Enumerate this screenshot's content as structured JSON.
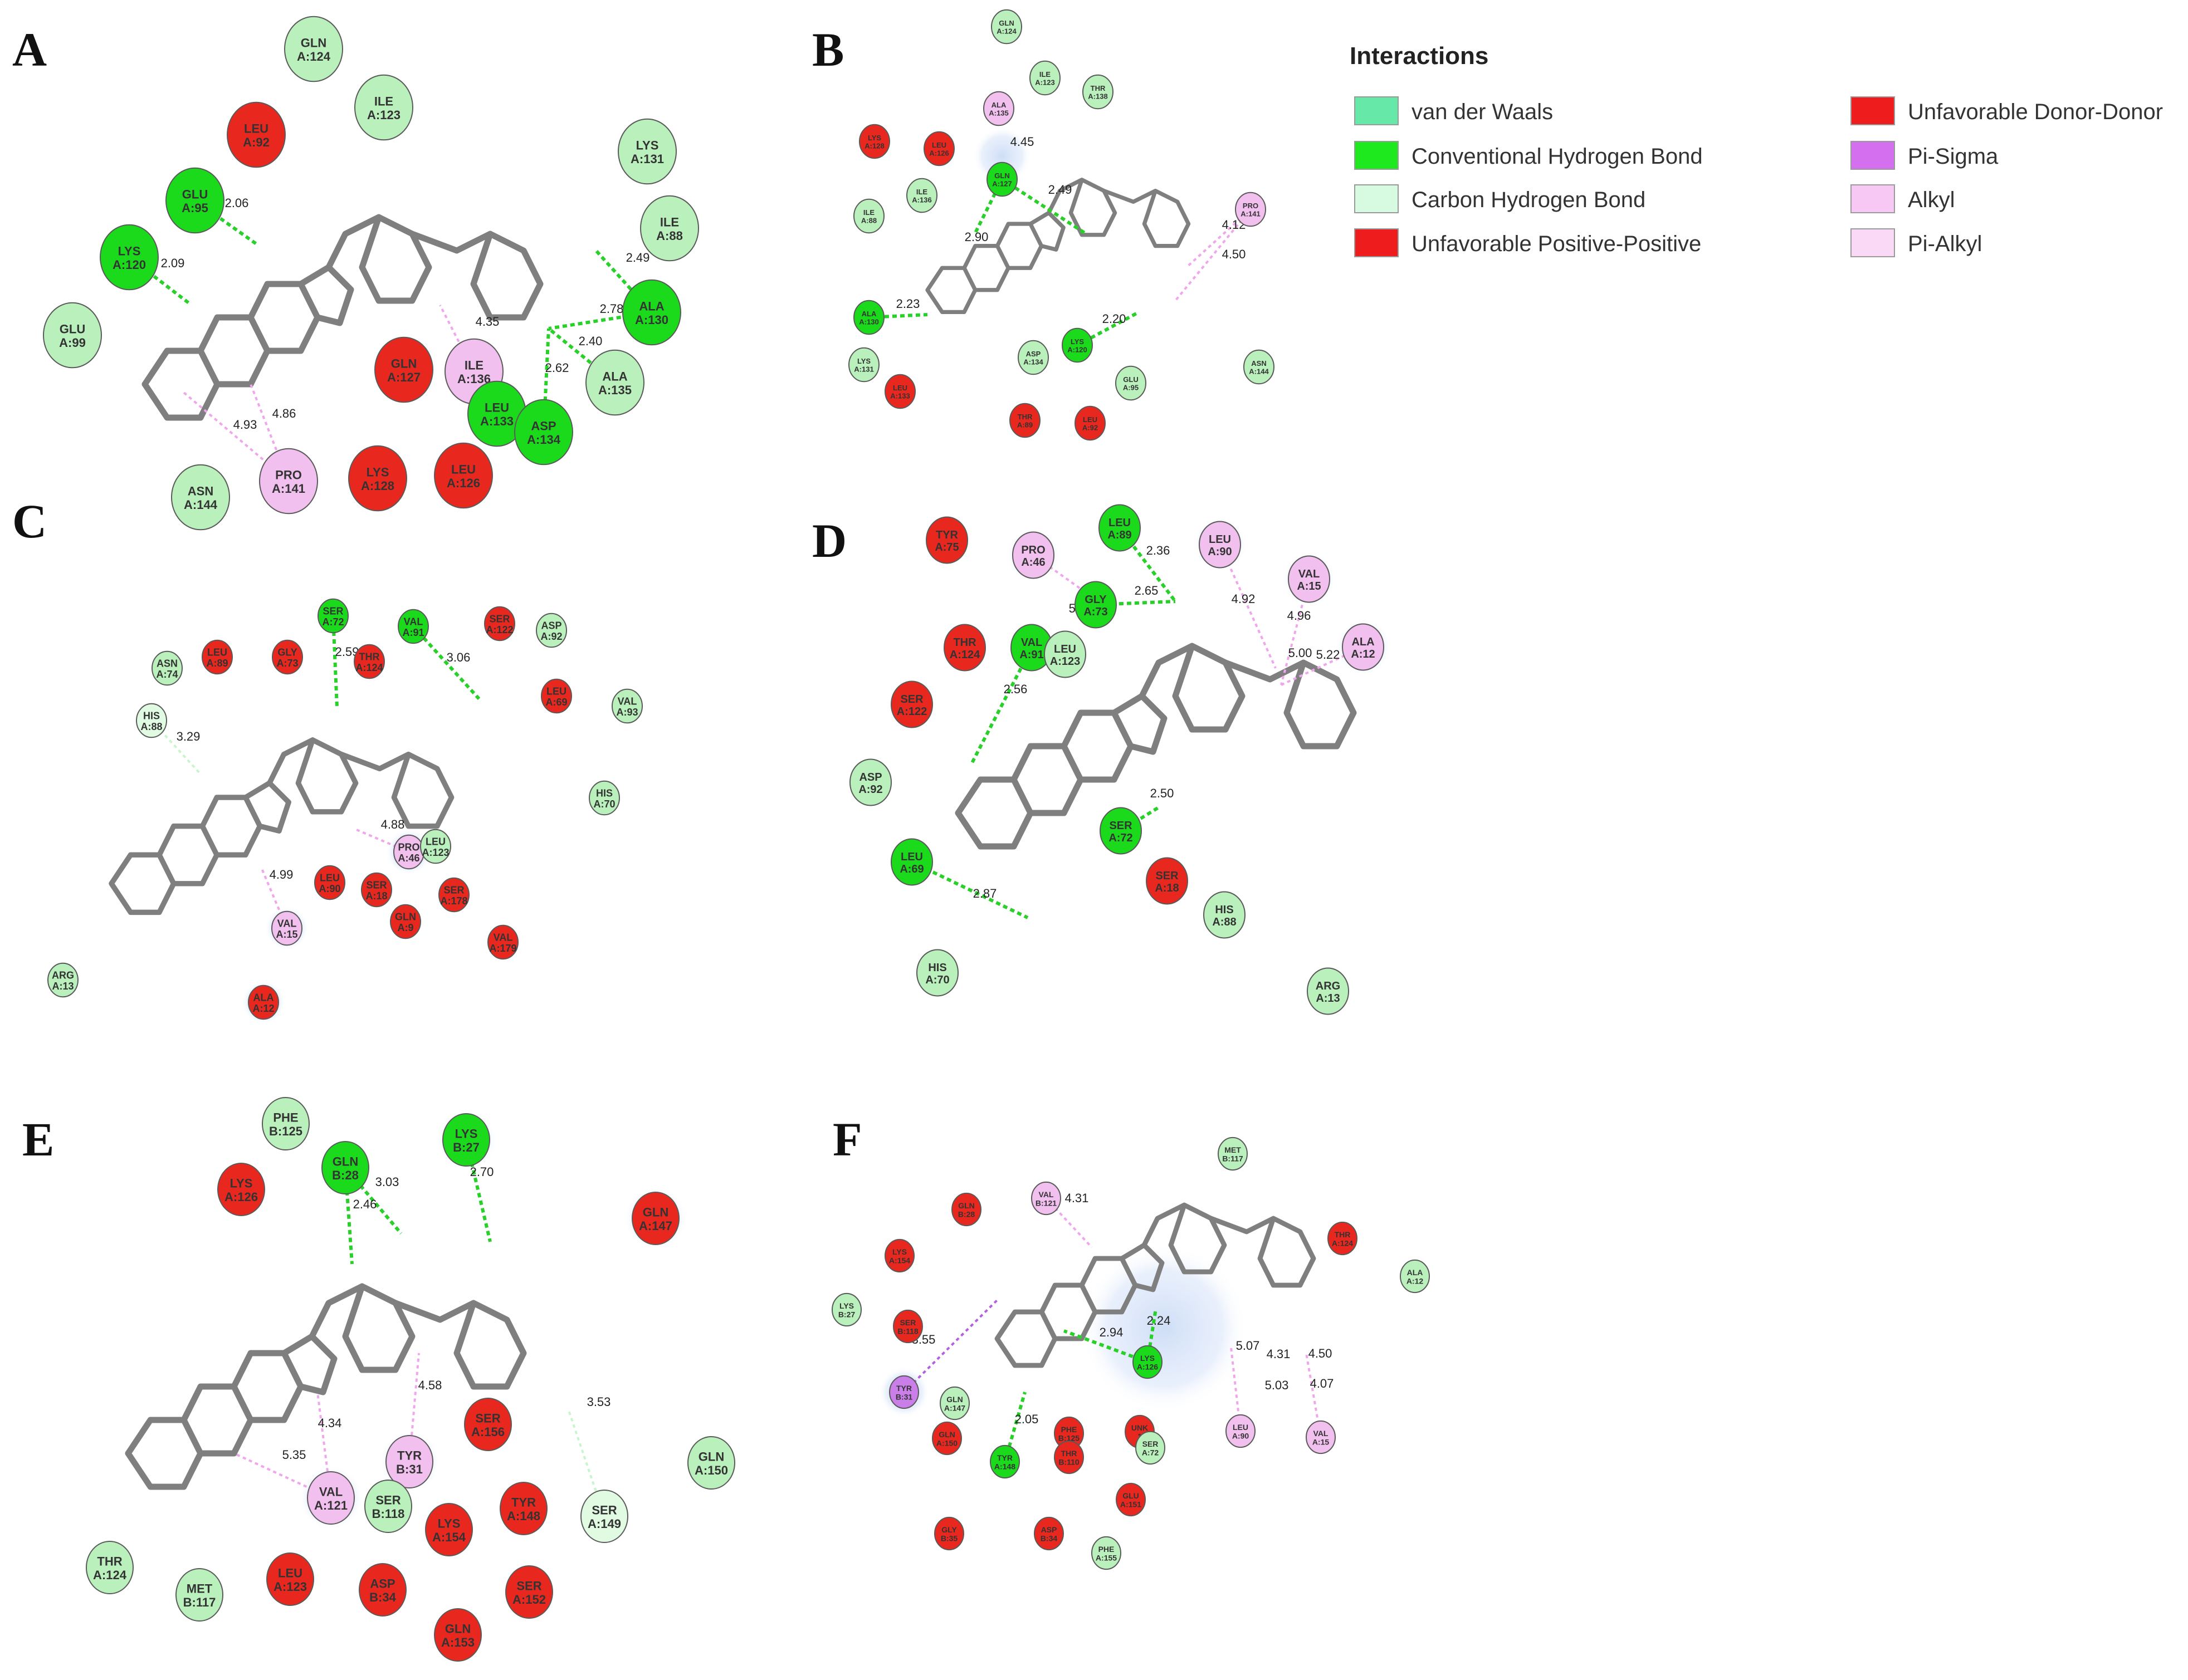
{
  "colors": {
    "vdw": "#b9f0bb",
    "hbond": "#1bd91b",
    "chbond": "#e0fbe2",
    "unfav": "#e8281e",
    "pisigma": "#c97ee8",
    "alkyl": "#f2c0ef",
    "pialkyl": "#f8d6f4",
    "bond": "#7f7f7f",
    "hbond_line": "#2ad02a",
    "alkyl_line": "#f0a6ea",
    "legend_vdw": "#66e8a8",
    "legend_hbond": "#1ee81e",
    "legend_chbond": "#d6fbe0",
    "legend_unfav": "#ee1c1c",
    "legend_pisigma": "#d470f0",
    "legend_alkyl": "#f7c8f4",
    "legend_pialkyl": "#fad9f6"
  },
  "legend": {
    "title": "Interactions",
    "items": [
      {
        "label": "van der Waals",
        "color": "#66e8a8"
      },
      {
        "label": "Conventional Hydrogen Bond",
        "color": "#1ee81e"
      },
      {
        "label": "Carbon Hydrogen Bond",
        "color": "#d6fbe0"
      },
      {
        "label": "Unfavorable Positive-Positive",
        "color": "#ee1c1c"
      },
      {
        "label": "Unfavorable Donor-Donor",
        "color": "#ee1c1c"
      },
      {
        "label": "Pi-Sigma",
        "color": "#d470f0"
      },
      {
        "label": "Alkyl",
        "color": "#f7c8f4"
      },
      {
        "label": "Pi-Alkyl",
        "color": "#fad9f6"
      }
    ]
  },
  "panels": [
    {
      "letter": "A",
      "residues": [
        {
          "n": "GLN",
          "id": "A:124",
          "t": "vdw"
        },
        {
          "n": "LEU",
          "id": "A:92",
          "t": "unfav"
        },
        {
          "n": "ILE",
          "id": "A:123",
          "t": "vdw"
        },
        {
          "n": "LYS",
          "id": "A:131",
          "t": "vdw"
        },
        {
          "n": "GLU",
          "id": "A:95",
          "t": "hbond"
        },
        {
          "n": "ILE",
          "id": "A:88",
          "t": "vdw"
        },
        {
          "n": "LYS",
          "id": "A:120",
          "t": "hbond"
        },
        {
          "n": "ALA",
          "id": "A:130",
          "t": "hbond"
        },
        {
          "n": "GLU",
          "id": "A:99",
          "t": "vdw"
        },
        {
          "n": "GLN",
          "id": "A:127",
          "t": "unfav"
        },
        {
          "n": "ILE",
          "id": "A:136",
          "t": "alkyl"
        },
        {
          "n": "LEU",
          "id": "A:133",
          "t": "hbond"
        },
        {
          "n": "ALA",
          "id": "A:135",
          "t": "vdw"
        },
        {
          "n": "ASP",
          "id": "A:134",
          "t": "hbond"
        },
        {
          "n": "PRO",
          "id": "A:141",
          "t": "alkyl"
        },
        {
          "n": "LYS",
          "id": "A:128",
          "t": "unfav"
        },
        {
          "n": "LEU",
          "id": "A:126",
          "t": "unfav"
        },
        {
          "n": "ASN",
          "id": "A:144",
          "t": "vdw"
        }
      ],
      "distances": [
        "2.06",
        "2.09",
        "2.49",
        "2.78",
        "2.40",
        "2.62",
        "4.35",
        "4.86",
        "4.93"
      ]
    },
    {
      "letter": "B",
      "residues": [
        {
          "n": "GLN",
          "id": "A:124",
          "t": "vdw"
        },
        {
          "n": "ILE",
          "id": "A:123",
          "t": "vdw"
        },
        {
          "n": "THR",
          "id": "A:138",
          "t": "vdw"
        },
        {
          "n": "ALA",
          "id": "A:135",
          "t": "alkyl"
        },
        {
          "n": "LYS",
          "id": "A:128",
          "t": "unfav"
        },
        {
          "n": "LEU",
          "id": "A:126",
          "t": "unfav"
        },
        {
          "n": "GLN",
          "id": "A:127",
          "t": "hbond"
        },
        {
          "n": "ILE",
          "id": "A:136",
          "t": "vdw"
        },
        {
          "n": "ILE",
          "id": "A:88",
          "t": "vdw"
        },
        {
          "n": "PRO",
          "id": "A:141",
          "t": "alkyl"
        },
        {
          "n": "ALA",
          "id": "A:130",
          "t": "hbond"
        },
        {
          "n": "LYS",
          "id": "A:120",
          "t": "hbond"
        },
        {
          "n": "ASP",
          "id": "A:134",
          "t": "vdw"
        },
        {
          "n": "LYS",
          "id": "A:131",
          "t": "vdw"
        },
        {
          "n": "LEU",
          "id": "A:133",
          "t": "unfav"
        },
        {
          "n": "GLU",
          "id": "A:95",
          "t": "vdw"
        },
        {
          "n": "ASN",
          "id": "A:144",
          "t": "vdw"
        },
        {
          "n": "THR",
          "id": "A:89",
          "t": "unfav"
        },
        {
          "n": "LEU",
          "id": "A:92",
          "t": "unfav"
        }
      ],
      "distances": [
        "4.45",
        "2.49",
        "2.90",
        "2.23",
        "2.20",
        "4.12",
        "4.50"
      ]
    },
    {
      "letter": "C",
      "residues": [
        {
          "n": "SER",
          "id": "A:72",
          "t": "hbond"
        },
        {
          "n": "VAL",
          "id": "A:91",
          "t": "hbond"
        },
        {
          "n": "SER",
          "id": "A:122",
          "t": "unfav"
        },
        {
          "n": "ASP",
          "id": "A:92",
          "t": "vdw"
        },
        {
          "n": "ASN",
          "id": "A:74",
          "t": "vdw"
        },
        {
          "n": "LEU",
          "id": "A:89",
          "t": "unfav"
        },
        {
          "n": "GLY",
          "id": "A:73",
          "t": "unfav"
        },
        {
          "n": "THR",
          "id": "A:124",
          "t": "unfav"
        },
        {
          "n": "LEU",
          "id": "A:69",
          "t": "unfav"
        },
        {
          "n": "VAL",
          "id": "A:93",
          "t": "vdw"
        },
        {
          "n": "HIS",
          "id": "A:88",
          "t": "chbond"
        },
        {
          "n": "HIS",
          "id": "A:70",
          "t": "vdw"
        },
        {
          "n": "PRO",
          "id": "A:46",
          "t": "alkyl"
        },
        {
          "n": "LEU",
          "id": "A:123",
          "t": "vdw"
        },
        {
          "n": "LEU",
          "id": "A:90",
          "t": "unfav"
        },
        {
          "n": "SER",
          "id": "A:18",
          "t": "unfav"
        },
        {
          "n": "SER",
          "id": "A:178",
          "t": "unfav"
        },
        {
          "n": "VAL",
          "id": "A:15",
          "t": "alkyl"
        },
        {
          "n": "VAL",
          "id": "A:179",
          "t": "unfav"
        },
        {
          "n": "GLN",
          "id": "A:9",
          "t": "unfav"
        },
        {
          "n": "ARG",
          "id": "A:13",
          "t": "vdw"
        },
        {
          "n": "ALA",
          "id": "A:12",
          "t": "unfav"
        }
      ],
      "distances": [
        "2.59",
        "3.06",
        "3.29",
        "4.88",
        "4.99"
      ]
    },
    {
      "letter": "D",
      "residues": [
        {
          "n": "TYR",
          "id": "A:75",
          "t": "unfav"
        },
        {
          "n": "PRO",
          "id": "A:46",
          "t": "alkyl"
        },
        {
          "n": "LEU",
          "id": "A:89",
          "t": "hbond"
        },
        {
          "n": "LEU",
          "id": "A:90",
          "t": "alkyl"
        },
        {
          "n": "VAL",
          "id": "A:15",
          "t": "alkyl"
        },
        {
          "n": "THR",
          "id": "A:124",
          "t": "unfav"
        },
        {
          "n": "GLY",
          "id": "A:73",
          "t": "hbond"
        },
        {
          "n": "ALA",
          "id": "A:12",
          "t": "alkyl"
        },
        {
          "n": "VAL",
          "id": "A:91",
          "t": "hbond"
        },
        {
          "n": "LEU",
          "id": "A:123",
          "t": "vdw"
        },
        {
          "n": "SER",
          "id": "A:122",
          "t": "unfav"
        },
        {
          "n": "ASP",
          "id": "A:92",
          "t": "vdw"
        },
        {
          "n": "SER",
          "id": "A:72",
          "t": "hbond"
        },
        {
          "n": "LEU",
          "id": "A:69",
          "t": "hbond"
        },
        {
          "n": "SER",
          "id": "A:18",
          "t": "unfav"
        },
        {
          "n": "HIS",
          "id": "A:88",
          "t": "vdw"
        },
        {
          "n": "HIS",
          "id": "A:70",
          "t": "vdw"
        },
        {
          "n": "ARG",
          "id": "A:13",
          "t": "vdw"
        }
      ],
      "distances": [
        "2.36",
        "5.03",
        "2.65",
        "4.92",
        "4.96",
        "5.00",
        "5.22",
        "2.56",
        "2.50",
        "2.87"
      ]
    },
    {
      "letter": "E",
      "residues": [
        {
          "n": "PHE",
          "id": "B:125",
          "t": "vdw"
        },
        {
          "n": "LYS",
          "id": "B:27",
          "t": "hbond"
        },
        {
          "n": "GLN",
          "id": "B:28",
          "t": "hbond"
        },
        {
          "n": "LYS",
          "id": "A:126",
          "t": "unfav"
        },
        {
          "n": "GLN",
          "id": "A:147",
          "t": "unfav"
        },
        {
          "n": "SER",
          "id": "A:156",
          "t": "unfav"
        },
        {
          "n": "TYR",
          "id": "B:31",
          "t": "alkyl"
        },
        {
          "n": "GLN",
          "id": "A:150",
          "t": "vdw"
        },
        {
          "n": "VAL",
          "id": "A:121",
          "t": "alkyl"
        },
        {
          "n": "SER",
          "id": "B:118",
          "t": "vdw"
        },
        {
          "n": "TYR",
          "id": "A:148",
          "t": "unfav"
        },
        {
          "n": "SER",
          "id": "A:149",
          "t": "chbond"
        },
        {
          "n": "LYS",
          "id": "A:154",
          "t": "unfav"
        },
        {
          "n": "THR",
          "id": "A:124",
          "t": "vdw"
        },
        {
          "n": "MET",
          "id": "B:117",
          "t": "vdw"
        },
        {
          "n": "LEU",
          "id": "A:123",
          "t": "unfav"
        },
        {
          "n": "ASP",
          "id": "B:34",
          "t": "unfav"
        },
        {
          "n": "SER",
          "id": "A:152",
          "t": "unfav"
        },
        {
          "n": "GLN",
          "id": "A:153",
          "t": "unfav"
        }
      ],
      "distances": [
        "3.03",
        "2.46",
        "2.70",
        "4.58",
        "4.34",
        "5.35",
        "3.53"
      ]
    },
    {
      "letter": "F",
      "residues": [
        {
          "n": "MET",
          "id": "B:117",
          "t": "vdw"
        },
        {
          "n": "VAL",
          "id": "B:121",
          "t": "alkyl"
        },
        {
          "n": "GLN",
          "id": "B:28",
          "t": "unfav"
        },
        {
          "n": "THR",
          "id": "A:124",
          "t": "unfav"
        },
        {
          "n": "LYS",
          "id": "A:154",
          "t": "unfav"
        },
        {
          "n": "ALA",
          "id": "A:12",
          "t": "vdw"
        },
        {
          "n": "LYS",
          "id": "B:27",
          "t": "vdw"
        },
        {
          "n": "SER",
          "id": "B:118",
          "t": "unfav"
        },
        {
          "n": "LYS",
          "id": "A:126",
          "t": "hbond"
        },
        {
          "n": "TYR",
          "id": "B:31",
          "t": "pisigma"
        },
        {
          "n": "GLN",
          "id": "A:147",
          "t": "vdw"
        },
        {
          "n": "GLN",
          "id": "A:150",
          "t": "unfav"
        },
        {
          "n": "PHE",
          "id": "B:125",
          "t": "unfav"
        },
        {
          "n": "UNK",
          "id": "1",
          "t": "unfav"
        },
        {
          "n": "LEU",
          "id": "A:90",
          "t": "alkyl"
        },
        {
          "n": "VAL",
          "id": "A:15",
          "t": "alkyl"
        },
        {
          "n": "SER",
          "id": "A:72",
          "t": "vdw"
        },
        {
          "n": "TYR",
          "id": "A:148",
          "t": "hbond"
        },
        {
          "n": "THR",
          "id": "B:110",
          "t": "unfav"
        },
        {
          "n": "GLU",
          "id": "A:151",
          "t": "unfav"
        },
        {
          "n": "GLY",
          "id": "B:35",
          "t": "unfav"
        },
        {
          "n": "ASP",
          "id": "B:34",
          "t": "unfav"
        },
        {
          "n": "PHE",
          "id": "A:155",
          "t": "vdw"
        }
      ],
      "distances": [
        "4.31",
        "2.24",
        "2.94",
        "3.55",
        "5.07",
        "4.31",
        "4.50",
        "5.03",
        "4.07",
        "2.05"
      ]
    }
  ]
}
